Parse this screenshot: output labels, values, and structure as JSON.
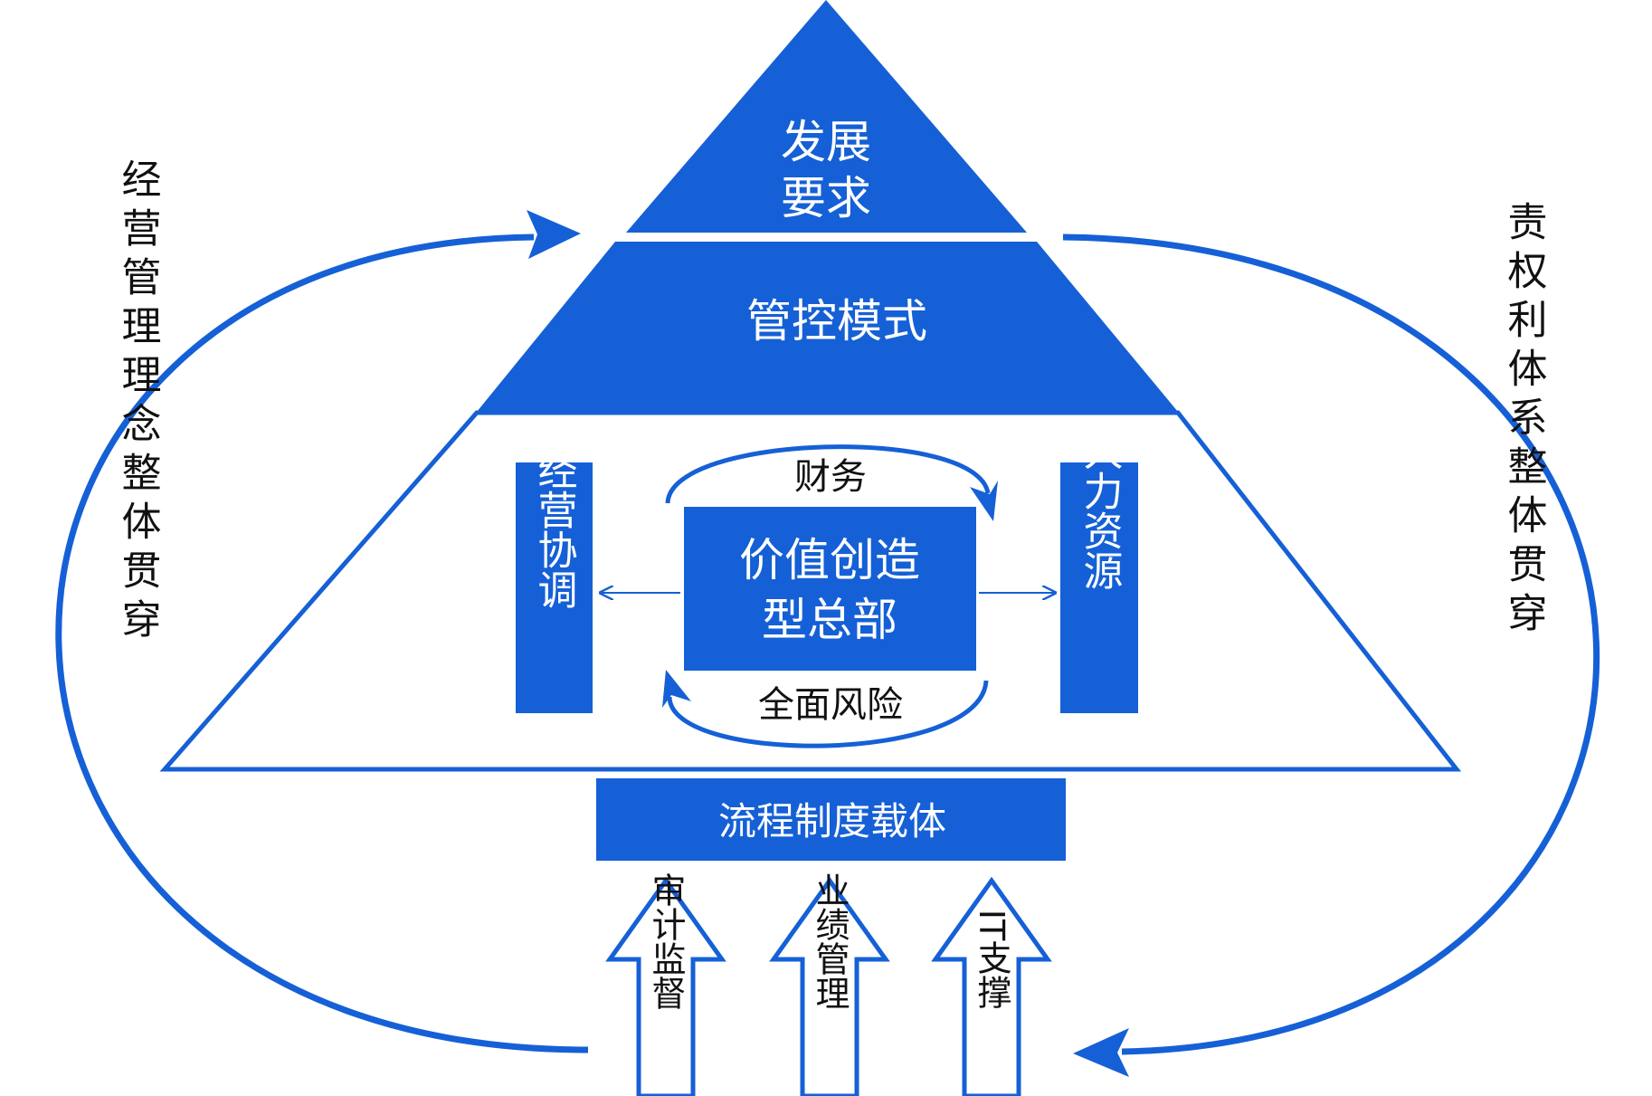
{
  "colors": {
    "primary": "#1560d6",
    "text_dark": "#111111",
    "text_light": "#ffffff",
    "background": "#ffffff"
  },
  "pyramid": {
    "top": [
      "发展",
      "要求"
    ],
    "middle": "管控模式"
  },
  "core": {
    "center": [
      "价值创造",
      "型总部"
    ],
    "top_arc_label": "财务",
    "bottom_arc_label": "全面风险",
    "left_box": "经营协调",
    "right_box": "人力资源"
  },
  "base_bar": "流程制度载体",
  "supports": [
    "审计监督",
    "业绩管理",
    "IT支撑"
  ],
  "left_loop_label": "经营管理理念整体贯穿",
  "right_loop_label": "责权利体系整体贯穿"
}
